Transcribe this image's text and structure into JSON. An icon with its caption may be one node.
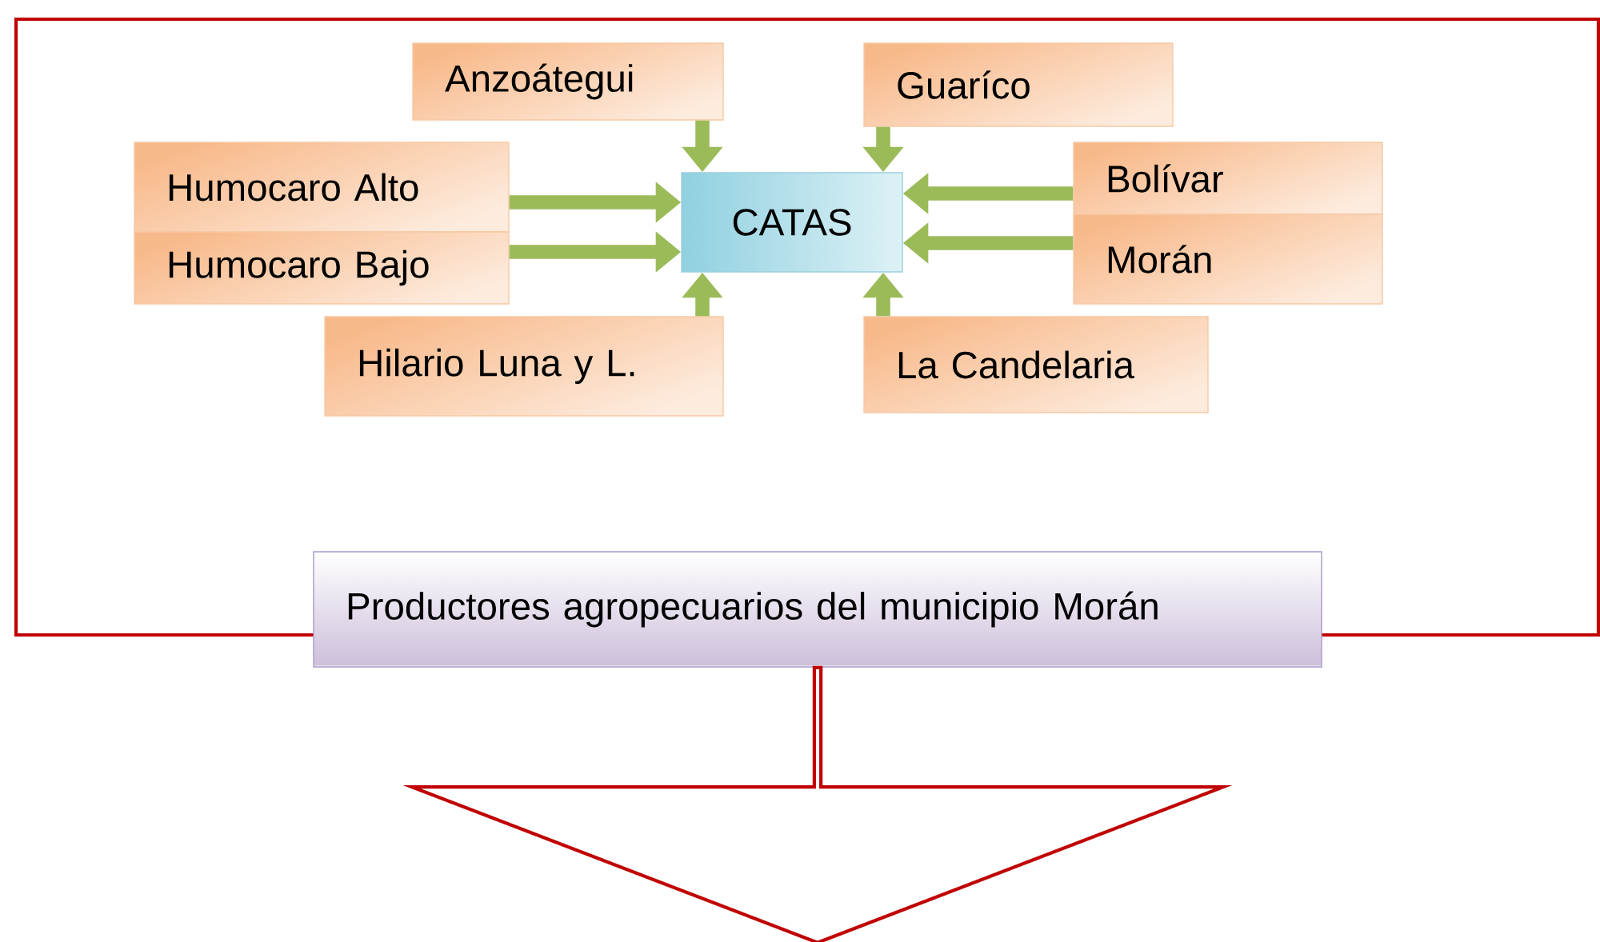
{
  "diagram": {
    "nodes": [
      {
        "text": [
          "Anzoátegui"
        ]
      },
      {
        "text": [
          "Guaríco"
        ]
      },
      {
        "text": [
          "Humocaro Alto"
        ]
      },
      {
        "text": [
          "CATAS"
        ]
      },
      {
        "text": [
          "Bolívar"
        ]
      },
      {
        "text": [
          "Humocaro Bajo"
        ]
      },
      {
        "text": [
          "Morán"
        ]
      },
      {
        "text": [
          "Hilario Luna y L."
        ]
      },
      {
        "text": [
          "La Candelaria"
        ]
      },
      {
        "text": [
          "Productores agropecuarios del municipio Morán"
        ]
      },
      {
        "text": [],
        "shape": "arrow"
      }
    ],
    "edges": [
      {
        "from": 0,
        "to": 3,
        "arrow": "to"
      },
      {
        "from": 1,
        "to": 3,
        "arrow": "to"
      },
      {
        "from": 2,
        "to": 3,
        "arrow": "to"
      },
      {
        "from": 4,
        "to": 3,
        "arrow": "to"
      },
      {
        "from": 5,
        "to": 3,
        "arrow": "to"
      },
      {
        "from": 6,
        "to": 3,
        "arrow": "to"
      },
      {
        "from": 7,
        "to": 3,
        "arrow": "to"
      },
      {
        "from": 8,
        "to": 3,
        "arrow": "to"
      }
    ]
  }
}
